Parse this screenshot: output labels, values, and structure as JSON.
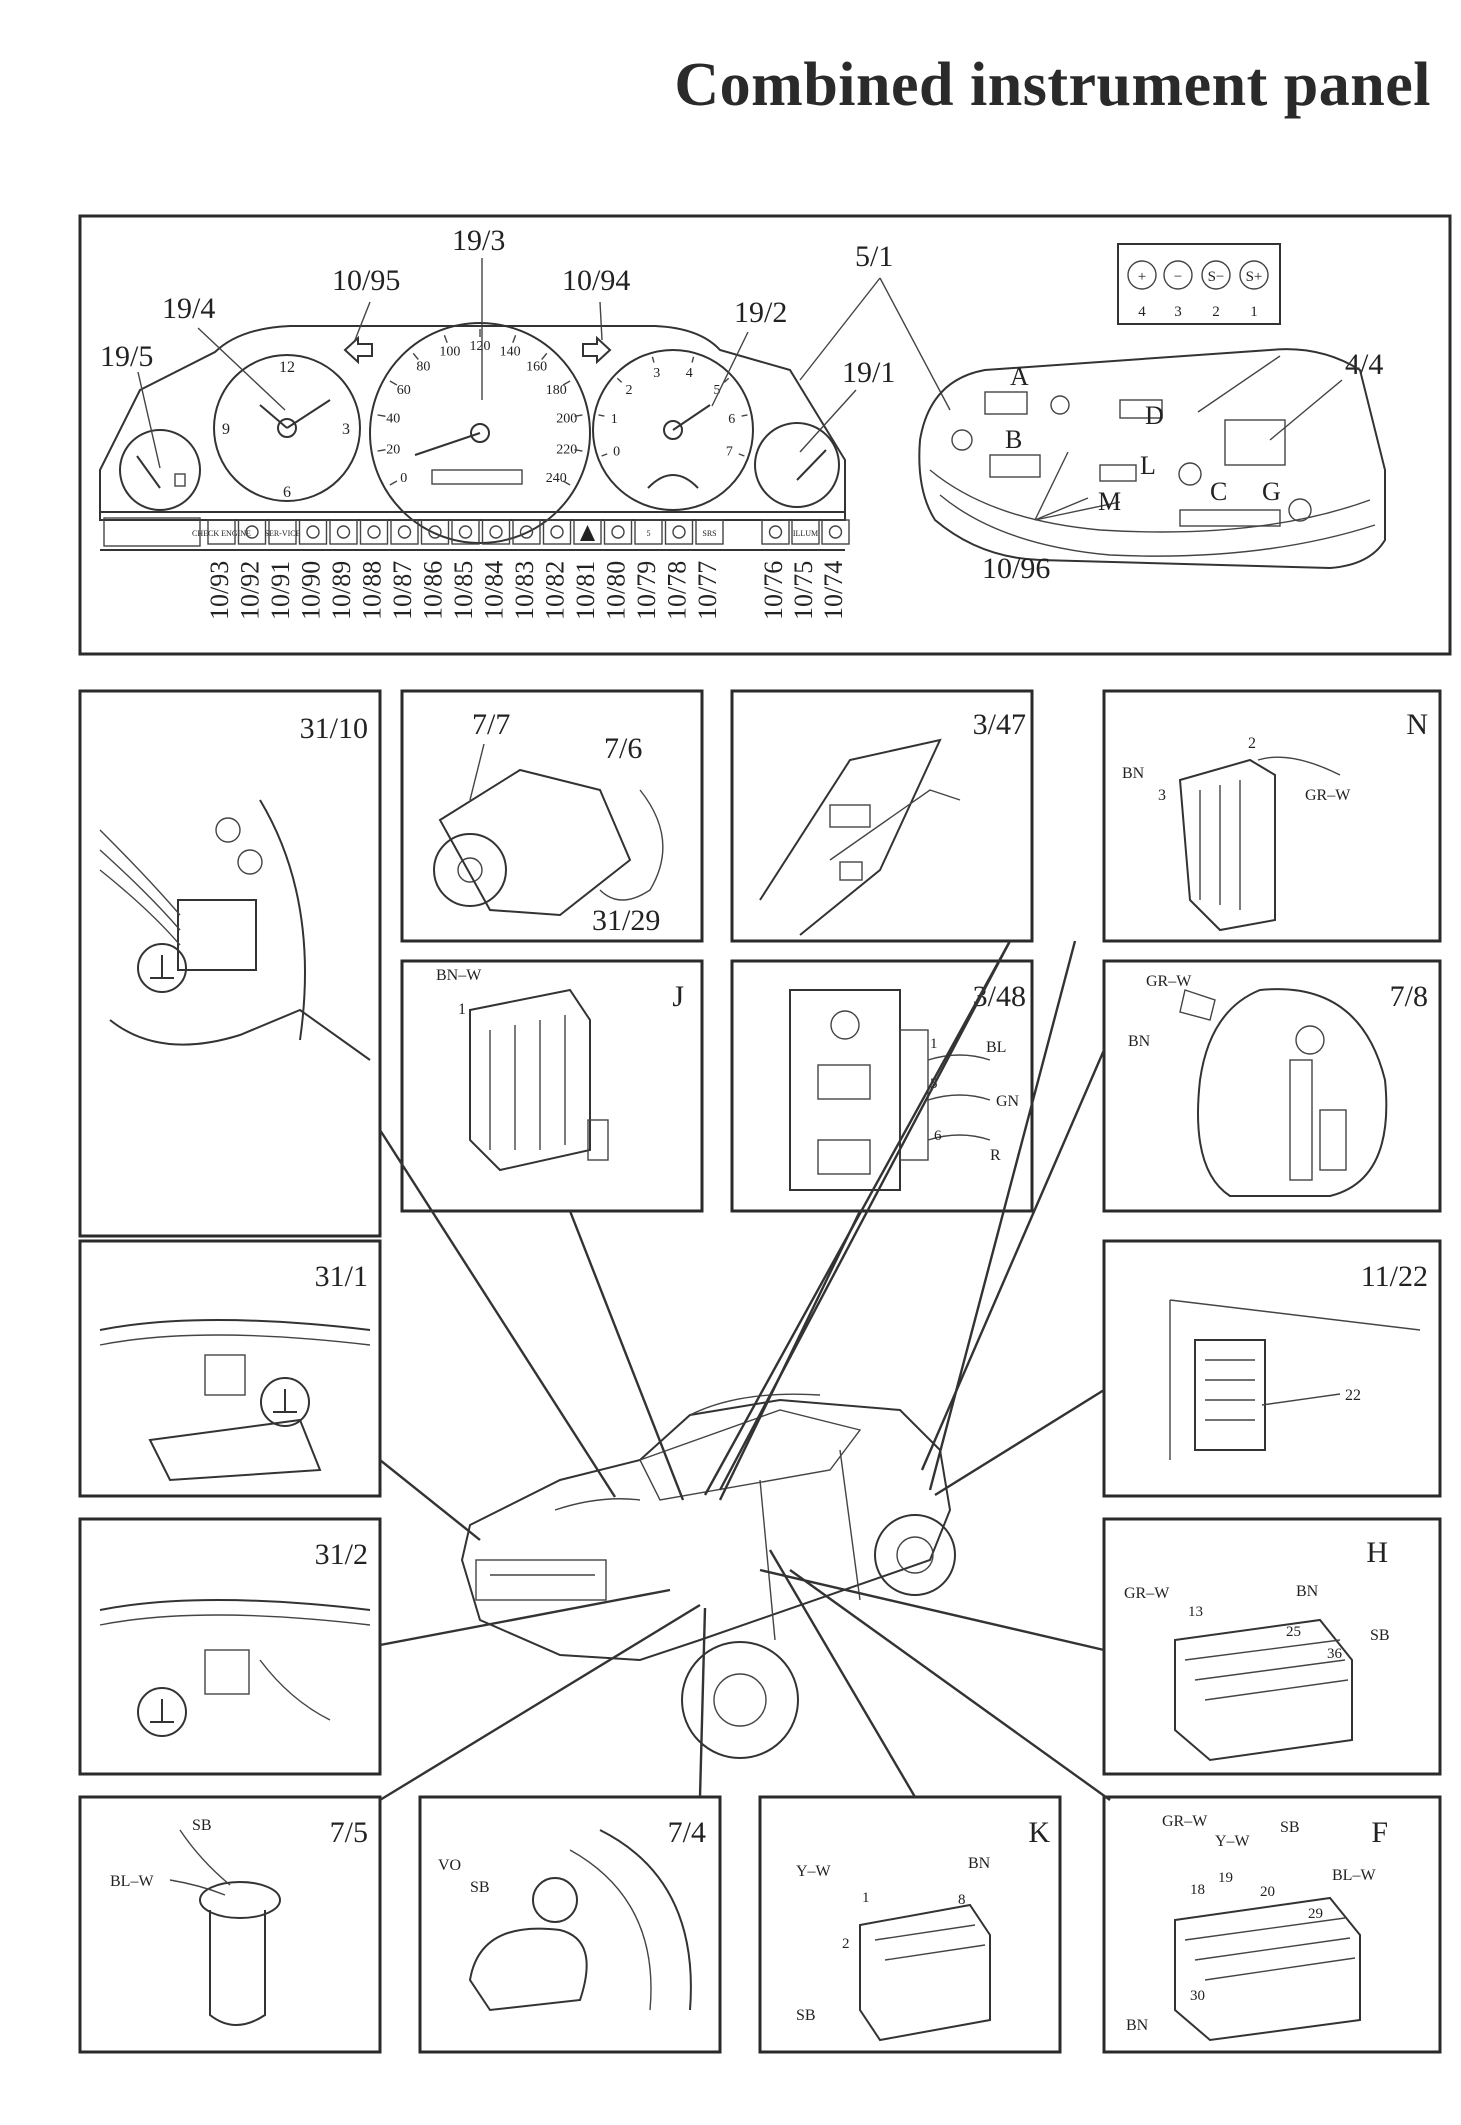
{
  "title": "Combined instrument panel",
  "colors": {
    "ink": "#222222",
    "background": "#ffffff"
  },
  "instrument_panel": {
    "gauge_refs": [
      "19/5",
      "19/4",
      "10/95",
      "19/3",
      "10/94",
      "19/2",
      "19/1",
      "5/1",
      "4/4"
    ],
    "clock_numbers": [
      "12",
      "3",
      "6",
      "9"
    ],
    "speed_scale": [
      "0",
      "20",
      "40",
      "60",
      "80",
      "100",
      "120",
      "140",
      "160",
      "180",
      "200",
      "220",
      "240"
    ],
    "tacho_scale": [
      "0",
      "1",
      "2",
      "3",
      "4",
      "5",
      "6",
      "7"
    ],
    "indicator_refs": [
      "10/93",
      "10/92",
      "10/91",
      "10/90",
      "10/89",
      "10/88",
      "10/87",
      "10/86",
      "10/85",
      "10/84",
      "10/83",
      "10/82",
      "10/81",
      "10/80",
      "10/79",
      "10/78",
      "10/77",
      "10/76",
      "10/75",
      "10/74"
    ],
    "indicator_texts": [
      "CHECK ENGINE",
      "SER-VICE",
      "5",
      "SRS",
      "ILLUM"
    ],
    "connector_terminals": {
      "symbols": [
        "+",
        "−",
        "S−",
        "S+"
      ],
      "numbers": [
        "4",
        "3",
        "2",
        "1"
      ]
    },
    "rear_connector_letters": [
      "A",
      "B",
      "D",
      "L",
      "C",
      "G",
      "M"
    ],
    "rear_ref": "10/96"
  },
  "details": [
    {
      "ref": "31/10",
      "labels": []
    },
    {
      "ref": "7/7",
      "labels": [
        "7/6",
        "31/29"
      ]
    },
    {
      "ref": "3/47",
      "labels": []
    },
    {
      "ref": "N",
      "labels": [
        "BN",
        "3",
        "2",
        "GR–W"
      ]
    },
    {
      "ref": "J",
      "labels": [
        "BN–W",
        "1"
      ]
    },
    {
      "ref": "3/48",
      "labels": [
        "1",
        "BL",
        "5",
        "GN",
        "6",
        "R"
      ]
    },
    {
      "ref": "7/8",
      "labels": [
        "GR–W",
        "BN"
      ]
    },
    {
      "ref": "31/1",
      "labels": []
    },
    {
      "ref": "11/22",
      "labels": [
        "22"
      ]
    },
    {
      "ref": "31/2",
      "labels": []
    },
    {
      "ref": "H",
      "labels": [
        "GR–W",
        "13",
        "BN",
        "25",
        "36",
        "SB"
      ]
    },
    {
      "ref": "7/5",
      "labels": [
        "SB",
        "BL–W"
      ]
    },
    {
      "ref": "7/4",
      "labels": [
        "VO",
        "SB"
      ]
    },
    {
      "ref": "K",
      "labels": [
        "Y–W",
        "1",
        "BN",
        "8",
        "2",
        "SB"
      ]
    },
    {
      "ref": "F",
      "labels": [
        "GR–W",
        "Y–W",
        "SB",
        "18",
        "19",
        "20",
        "BL–W",
        "29",
        "BN",
        "30"
      ]
    }
  ]
}
